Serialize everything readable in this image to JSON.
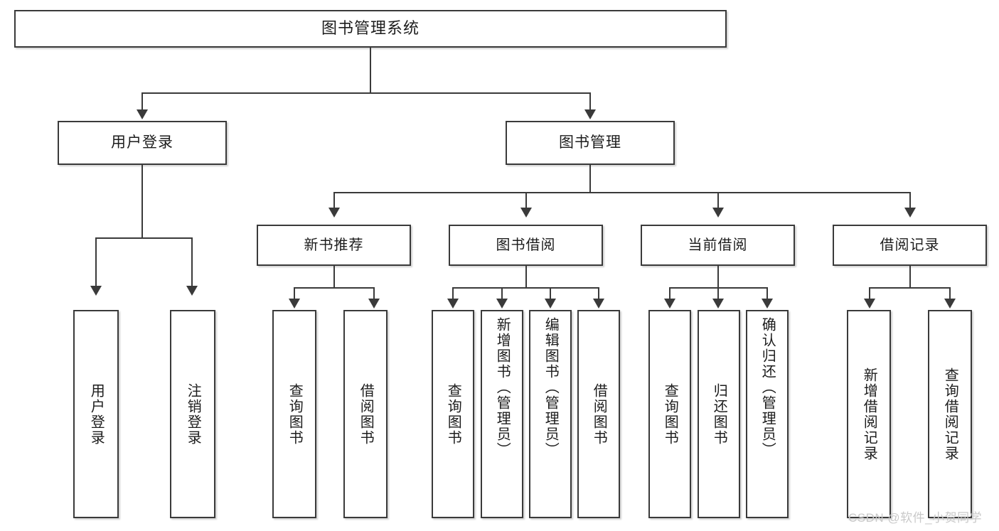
{
  "diagram": {
    "title": "图书管理系统",
    "type": "tree",
    "root": {
      "label": "图书管理系统"
    },
    "tier2": [
      {
        "label": "用户登录"
      },
      {
        "label": "图书管理"
      }
    ],
    "tier3": [
      {
        "label": "新书推荐"
      },
      {
        "label": "图书借阅"
      },
      {
        "label": "当前借阅"
      },
      {
        "label": "借阅记录"
      }
    ],
    "leaves": {
      "user_login": [
        {
          "label": "用户登录"
        },
        {
          "label": "注销登录"
        }
      ],
      "new_book_recommend": [
        {
          "label": "查询图书"
        },
        {
          "label": "借阅图书"
        }
      ],
      "book_borrow": [
        {
          "label": "查询图书"
        },
        {
          "label": "新增图书（管理员）"
        },
        {
          "label": "编辑图书（管理员）"
        },
        {
          "label": "借阅图书"
        }
      ],
      "current_borrow": [
        {
          "label": "查询图书"
        },
        {
          "label": "归还图书"
        },
        {
          "label": "确认归还（管理员）"
        }
      ],
      "borrow_record": [
        {
          "label": "新增借阅记录"
        },
        {
          "label": "查询借阅记录"
        }
      ]
    }
  },
  "watermark": {
    "text": "CSDN @软件_小贺同学"
  },
  "colors": {
    "border": "#3a3a3a",
    "text": "#1c1c1c",
    "background": "#ffffff",
    "watermark": "#c9c9c9"
  }
}
